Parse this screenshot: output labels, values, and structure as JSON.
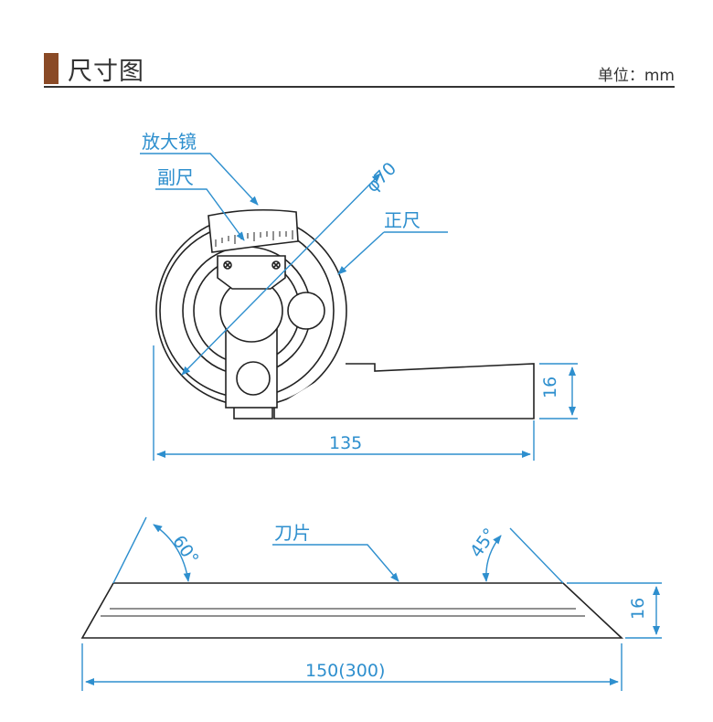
{
  "header": {
    "title": "尺寸图",
    "unit": "单位：mm"
  },
  "top_view": {
    "labels": {
      "magnifier": "放大镜",
      "vernier": "副尺",
      "main_scale": "正尺",
      "diameter": "φ70"
    },
    "dimensions": {
      "length": "135",
      "height": "16"
    }
  },
  "blade_view": {
    "labels": {
      "blade": "刀片",
      "angle_left": "60°",
      "angle_right": "45°"
    },
    "dimensions": {
      "length": "150(300)",
      "height": "16"
    }
  },
  "colors": {
    "accent": "#8a4a26",
    "callout": "#2e8fce",
    "line": "#222222"
  }
}
